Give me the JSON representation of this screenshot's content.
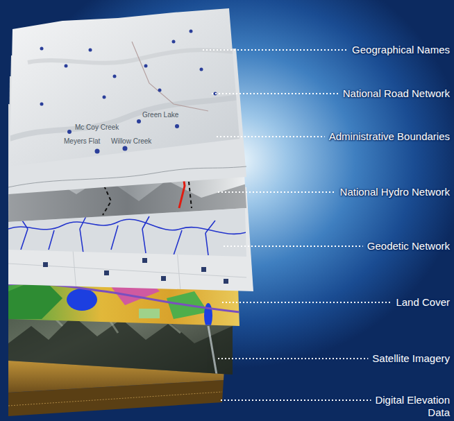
{
  "diagram": {
    "labels": [
      "Geographical Names",
      "National Road Network",
      "Administrative Boundaries",
      "National Hydro Network",
      "Geodetic Network",
      "Land Cover",
      "Satellite Imagery",
      "Digital Elevation Data",
      "Green Lake",
      "Mc Coy Creek",
      "Meyers Flat",
      "Willow Creek"
    ]
  }
}
